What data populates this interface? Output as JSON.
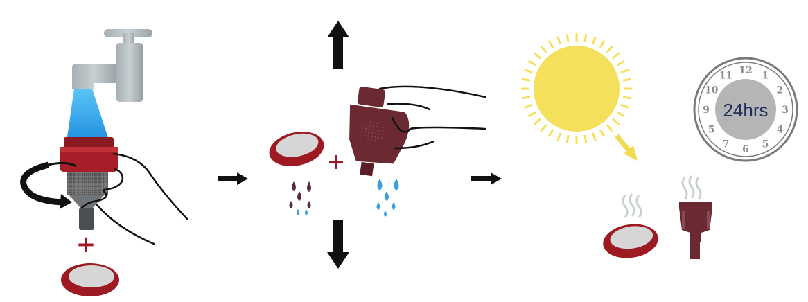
{
  "steps": [
    {
      "id": "rinse",
      "plus": "+"
    },
    {
      "id": "shake",
      "plus": "+"
    },
    {
      "id": "dry"
    }
  ],
  "clock": {
    "center_label": "24hrs",
    "numbers": [
      "12",
      "1",
      "2",
      "3",
      "4",
      "5",
      "6",
      "7",
      "5",
      "9",
      "10",
      "11"
    ]
  },
  "colors": {
    "filter_red": "#9e1a22",
    "filter_dark": "#6b2a32",
    "water_blue": "#3aa0e0",
    "faucet_grey": "#b4bcc0",
    "sun_yellow": "#f4e05a",
    "arrow_black": "#111111",
    "clock_face": "#b5b5b5"
  },
  "icons": [
    "faucet-icon",
    "rotate-arrow-icon",
    "hand-icon",
    "sun-icon",
    "clock-icon",
    "steam-icon",
    "water-drop-icon",
    "arrow-icon"
  ]
}
